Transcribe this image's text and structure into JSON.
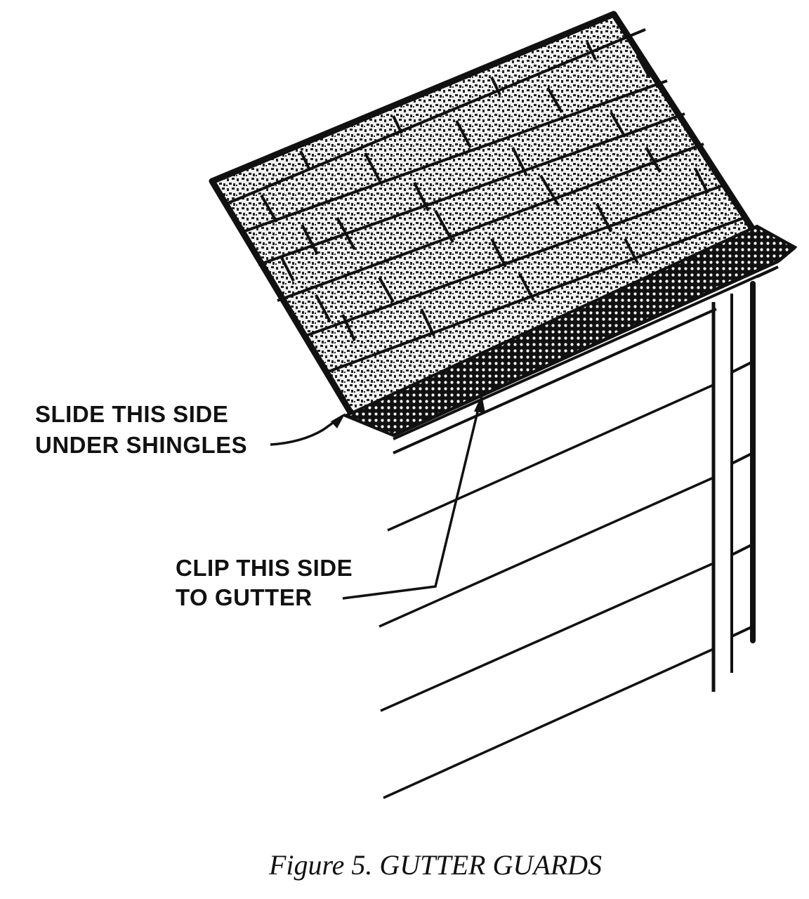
{
  "labels": {
    "slide_line1": "SLIDE THIS SIDE",
    "slide_line2": "UNDER SHINGLES",
    "clip_line1": "CLIP THIS SIDE",
    "clip_line2": "TO GUTTER"
  },
  "caption": "Figure 5. GUTTER GUARDS",
  "colors": {
    "ink": "#111111",
    "shingle_fill": "#e8e8e8",
    "guard_fill": "#151515",
    "paper": "#ffffff"
  }
}
